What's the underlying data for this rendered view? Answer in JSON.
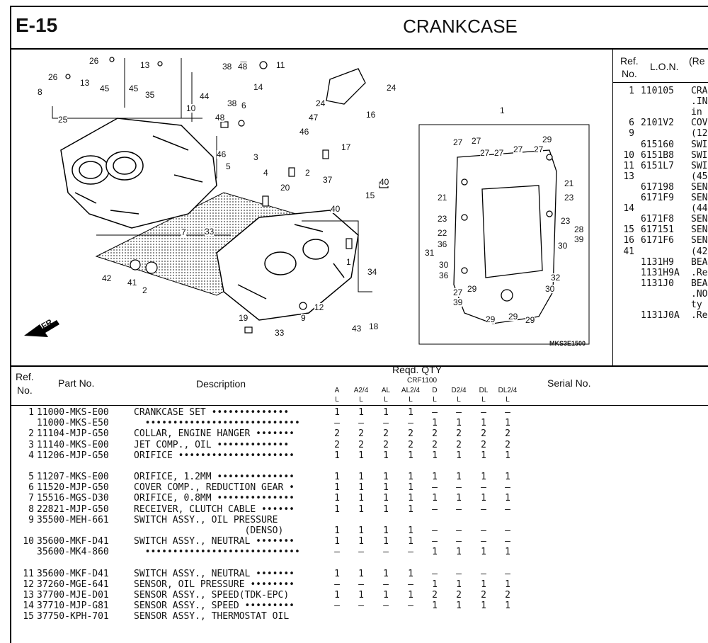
{
  "header": {
    "code": "E-15",
    "title": "CRANKCASE"
  },
  "diagram_code": "MKS3E1500",
  "diagram_labels": {
    "fr": "FR.",
    "left": [
      "26",
      "26",
      "8",
      "13",
      "45",
      "13",
      "45",
      "35",
      "25",
      "38",
      "48",
      "11",
      "14",
      "44",
      "10",
      "38",
      "48",
      "6",
      "24",
      "24",
      "16",
      "47",
      "46",
      "46",
      "3",
      "5",
      "4",
      "2",
      "20",
      "17",
      "37",
      "15",
      "40",
      "40",
      "33",
      "7",
      "42",
      "41",
      "2",
      "1",
      "34",
      "12",
      "19",
      "33",
      "9",
      "18",
      "43"
    ],
    "right": [
      "1",
      "27",
      "27",
      "27",
      "27",
      "27",
      "27",
      "29",
      "21",
      "21",
      "23",
      "23",
      "23",
      "22",
      "28",
      "36",
      "39",
      "30",
      "31",
      "30",
      "36",
      "32",
      "27",
      "39",
      "29",
      "30",
      "29",
      "29",
      "29"
    ]
  },
  "right_table": {
    "headers": [
      "Ref.",
      "No.",
      "L.O.N.",
      "(Re"
    ],
    "rows": [
      {
        "ref": "1",
        "lon": "110105",
        "desc": "CRA"
      },
      {
        "ref": "",
        "lon": "",
        "desc": ".IN"
      },
      {
        "ref": "",
        "lon": "",
        "desc": "in"
      },
      {
        "ref": "6",
        "lon": "2101V2",
        "desc": "COV"
      },
      {
        "ref": "9",
        "lon": "",
        "desc": "(12"
      },
      {
        "ref": "",
        "lon": "615160",
        "desc": "SWI"
      },
      {
        "ref": "10",
        "lon": "6151B8",
        "desc": "SWI"
      },
      {
        "ref": "11",
        "lon": "6151L7",
        "desc": "SWI"
      },
      {
        "ref": "13",
        "lon": "",
        "desc": "(45"
      },
      {
        "ref": "",
        "lon": "617198",
        "desc": "SEN"
      },
      {
        "ref": "",
        "lon": "6171F9",
        "desc": "SEN"
      },
      {
        "ref": "14",
        "lon": "",
        "desc": "(44"
      },
      {
        "ref": "",
        "lon": "6171F8",
        "desc": "SEN"
      },
      {
        "ref": "15",
        "lon": "617151",
        "desc": "SEN"
      },
      {
        "ref": "16",
        "lon": "6171F6",
        "desc": "SEN"
      },
      {
        "ref": "41",
        "lon": "",
        "desc": "(42"
      },
      {
        "ref": "",
        "lon": "1131H9",
        "desc": "BEA"
      },
      {
        "ref": "",
        "lon": "1131H9A",
        "desc": ".Re"
      },
      {
        "ref": "",
        "lon": "1131J0",
        "desc": "BEA"
      },
      {
        "ref": "",
        "lon": "",
        "desc": ".NO"
      },
      {
        "ref": "",
        "lon": "",
        "desc": "ty"
      },
      {
        "ref": "",
        "lon": "1131J0A",
        "desc": ".Re"
      }
    ]
  },
  "table": {
    "headers": {
      "ref1": "Ref.",
      "ref2": "No.",
      "part": "Part No.",
      "desc": "Description",
      "qty": "Reqd. QTY",
      "model": "CRF1100",
      "serial": "Serial No."
    },
    "variants": [
      "A",
      "A2/4",
      "AL",
      "AL2/4",
      "D",
      "D2/4",
      "DL",
      "DL2/4"
    ],
    "variant_sub": "L",
    "rows": [
      {
        "ref": "1",
        "part": "11000-MKS-E00",
        "desc": "CRANKCASE SET ••••••••••••••",
        "qty": [
          "1",
          "1",
          "1",
          "1",
          "–",
          "–",
          "–",
          "–"
        ]
      },
      {
        "ref": "",
        "part": "11000-MKS-E50",
        "desc": "  ••••••••••••••••••••••••••••",
        "qty": [
          "–",
          "–",
          "–",
          "–",
          "1",
          "1",
          "1",
          "1"
        ]
      },
      {
        "ref": "2",
        "part": "11104-MJP-G50",
        "desc": "COLLAR, ENGINE HANGER •••••••",
        "qty": [
          "2",
          "2",
          "2",
          "2",
          "2",
          "2",
          "2",
          "2"
        ]
      },
      {
        "ref": "3",
        "part": "11140-MKS-E00",
        "desc": "JET COMP., OIL •••••••••••••",
        "qty": [
          "2",
          "2",
          "2",
          "2",
          "2",
          "2",
          "2",
          "2"
        ]
      },
      {
        "ref": "4",
        "part": "11206-MJP-G50",
        "desc": "ORIFICE •••••••••••••••••••••",
        "qty": [
          "1",
          "1",
          "1",
          "1",
          "1",
          "1",
          "1",
          "1"
        ]
      },
      {
        "ref": "5",
        "part": "11207-MKS-E00",
        "desc": "ORIFICE, 1.2MM ••••••••••••••",
        "qty": [
          "1",
          "1",
          "1",
          "1",
          "1",
          "1",
          "1",
          "1"
        ]
      },
      {
        "ref": "6",
        "part": "11520-MJP-G50",
        "desc": "COVER COMP., REDUCTION GEAR •",
        "qty": [
          "1",
          "1",
          "1",
          "1",
          "–",
          "–",
          "–",
          "–"
        ]
      },
      {
        "ref": "7",
        "part": "15516-MGS-D30",
        "desc": "ORIFICE, 0.8MM ••••••••••••••",
        "qty": [
          "1",
          "1",
          "1",
          "1",
          "1",
          "1",
          "1",
          "1"
        ]
      },
      {
        "ref": "8",
        "part": "22821-MJP-G50",
        "desc": "RECEIVER, CLUTCH CABLE ••••••",
        "qty": [
          "1",
          "1",
          "1",
          "1",
          "–",
          "–",
          "–",
          "–"
        ]
      },
      {
        "ref": "9",
        "part": "35500-MEH-661",
        "desc": "SWITCH ASSY., OIL PRESSURE",
        "qty": [
          "",
          "",
          "",
          "",
          "",
          "",
          "",
          ""
        ]
      },
      {
        "ref": "",
        "part": "",
        "desc": "                    (DENSO)",
        "qty": [
          "1",
          "1",
          "1",
          "1",
          "–",
          "–",
          "–",
          "–"
        ]
      },
      {
        "ref": "10",
        "part": "35600-MKF-D41",
        "desc": "SWITCH ASSY., NEUTRAL •••••••",
        "qty": [
          "1",
          "1",
          "1",
          "1",
          "–",
          "–",
          "–",
          "–"
        ]
      },
      {
        "ref": "",
        "part": "35600-MK4-860",
        "desc": "  ••••••••••••••••••••••••••••",
        "qty": [
          "–",
          "–",
          "–",
          "–",
          "1",
          "1",
          "1",
          "1"
        ]
      },
      {
        "ref": "11",
        "part": "35600-MKF-D41",
        "desc": "SWITCH ASSY., NEUTRAL •••••••",
        "qty": [
          "1",
          "1",
          "1",
          "1",
          "–",
          "–",
          "–",
          "–"
        ]
      },
      {
        "ref": "12",
        "part": "37260-MGE-641",
        "desc": "SENSOR, OIL PRESSURE ••••••••",
        "qty": [
          "–",
          "–",
          "–",
          "–",
          "1",
          "1",
          "1",
          "1"
        ]
      },
      {
        "ref": "13",
        "part": "37700-MJE-D01",
        "desc": "SENSOR ASSY., SPEED(TDK-EPC)",
        "qty": [
          "1",
          "1",
          "1",
          "1",
          "2",
          "2",
          "2",
          "2"
        ]
      },
      {
        "ref": "14",
        "part": "37710-MJP-G81",
        "desc": "SENSOR ASSY., SPEED •••••••••",
        "qty": [
          "–",
          "–",
          "–",
          "–",
          "1",
          "1",
          "1",
          "1"
        ]
      },
      {
        "ref": "15",
        "part": "37750-KPH-701",
        "desc": "SENSOR ASSY., THERMOSTAT OIL",
        "qty": [
          "",
          "",
          "",
          "",
          "",
          "",
          "",
          ""
        ]
      }
    ]
  }
}
